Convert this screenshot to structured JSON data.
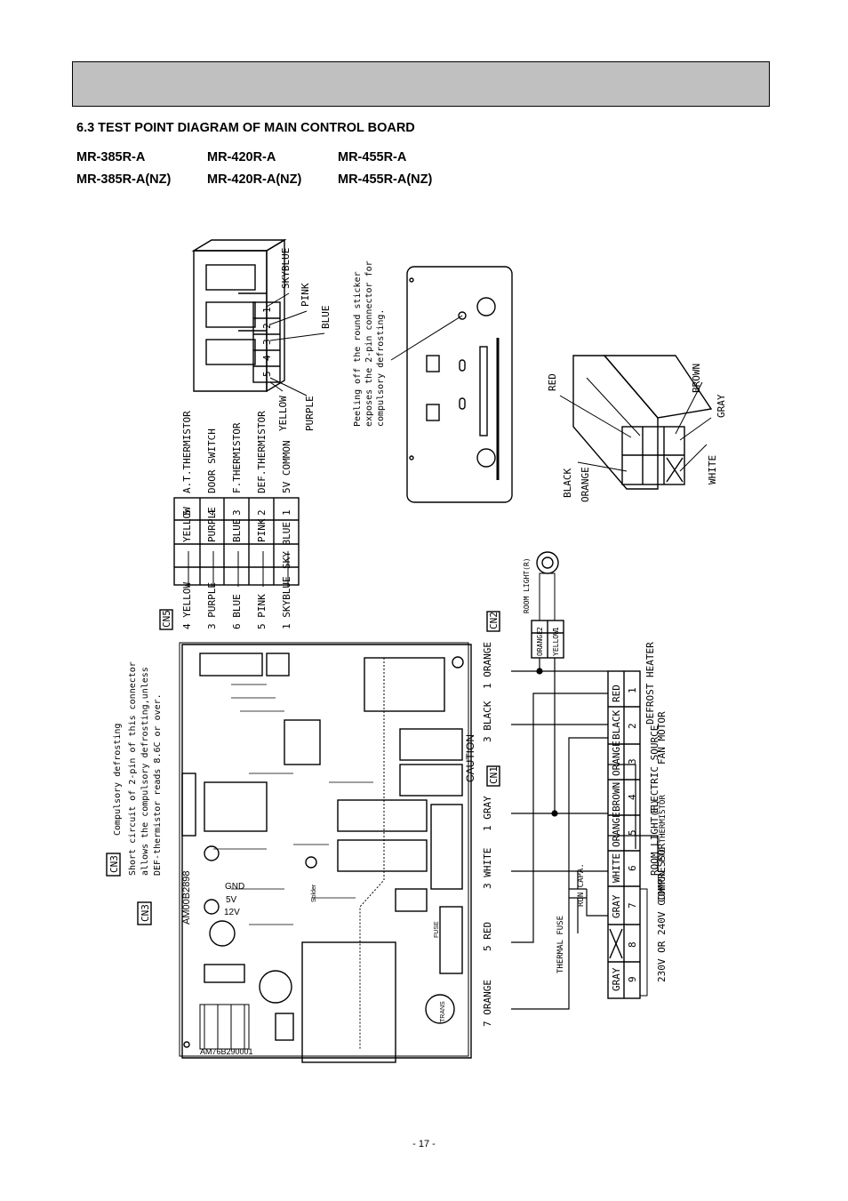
{
  "section_title": "6.3 TEST POINT DIAGRAM OF MAIN CONTROL BOARD",
  "models": [
    [
      "MR-385R-A",
      "MR-420R-A",
      "MR-455R-A"
    ],
    [
      "MR-385R-A(NZ)",
      "MR-420R-A(NZ)",
      "MR-455R-A(NZ)"
    ]
  ],
  "page_number": "- 17 -",
  "diagram": {
    "connector_labels": {
      "cn5": "CN5",
      "cn2": "CN2",
      "cn1": "CN1",
      "cn3a": "CN3",
      "cn3b": "CN3"
    },
    "compulsory_note": [
      "Compulsory defrosting",
      "Short circuit of 2-pin of this connector",
      "allows the compulsory defrosting,unless",
      "DEF-thermistor reads 8.6C or over."
    ],
    "sticker_note": [
      "Peeling off the round sticker",
      "exposes the 2-pin connector for",
      "compulsory defrosting."
    ],
    "cn5_wires": [
      "4 YELLOW",
      "3 PURPLE",
      "6 BLUE",
      "5 PINK",
      "1 SKYBLUE"
    ],
    "cn5_table": [
      {
        "color": "YELLOW",
        "pin": "5",
        "function": "A.T.THERMISTOR"
      },
      {
        "color": "PURPLE",
        "pin": "4",
        "function": "DOOR SWITCH"
      },
      {
        "color": "BLUE",
        "pin": "3",
        "function": "F.THERMISTOR"
      },
      {
        "color": "PINK",
        "pin": "2",
        "function": "DEF.THERMISTOR"
      },
      {
        "color": "SKY BLUE",
        "pin": "1",
        "function": "5V COMMON"
      }
    ],
    "connector_top_labels": [
      "SKYBLUE",
      "PINK",
      "BLUE",
      "YELLOW",
      "PURPLE"
    ],
    "connector_pins": [
      "1",
      "2",
      "3",
      "4",
      "5"
    ],
    "connector_right_labels": [
      "RED",
      "BROWN",
      "GRAY",
      "WHITE",
      "BLACK",
      "ORANGE"
    ],
    "cn2_table": [
      {
        "pin": "2",
        "color": "ORANGE"
      },
      {
        "pin": "1",
        "color": "YELLOW"
      }
    ],
    "room_light_label": "ROOM LIGHT(R)",
    "cn1_wires": [
      "1 ORANGE",
      "3 BLACK",
      "1 GRAY",
      "3 WHITE",
      "5 RED",
      "7 ORANGE"
    ],
    "caution": "CAUTION",
    "thermal_fuse": "THERMAL FUSE",
    "run_capa": "RUN CAPA.",
    "terminal_table": [
      {
        "color": "RED",
        "pin": "1",
        "function": "DEFROST HEATER"
      },
      {
        "color": "BLACK",
        "pin": "2",
        "function": "FAN MOTOR"
      },
      {
        "color": "ORANGE",
        "pin": "3",
        "function": "ELECTRIC SOURCE"
      },
      {
        "color": "BROWN",
        "pin": "4",
        "function": "PTC THERMISTOR"
      },
      {
        "color": "ORANGE",
        "pin": "5",
        "function": "ROOM LIGHT(F)"
      },
      {
        "color": "WHITE",
        "pin": "6",
        "function": "COMPRESSOR"
      },
      {
        "color": "GRAY",
        "pin": "7",
        "function": ""
      },
      {
        "color": "",
        "pin": "8",
        "function": ""
      },
      {
        "color": "GRAY",
        "pin": "9",
        "function": ""
      }
    ],
    "voltage_label": "230V OR 240V COMMON",
    "pcb_labels": {
      "board_id_top": "AM00B2898",
      "board_id_bottom": "AM76B290001",
      "gnd": "GND",
      "v5": "5V",
      "v12": "12V",
      "fuse": "FUSE",
      "trans": "TRANS",
      "solder": "Solder"
    }
  }
}
